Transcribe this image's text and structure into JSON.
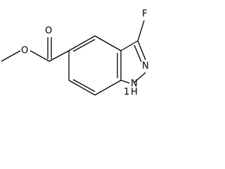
{
  "molecule": {
    "labels": {
      "ester_o_single": "O",
      "ester_o_double": "O",
      "fluorine": "F",
      "n2": "N",
      "n1h": "N",
      "h": "H",
      "h_digit": "1"
    }
  }
}
